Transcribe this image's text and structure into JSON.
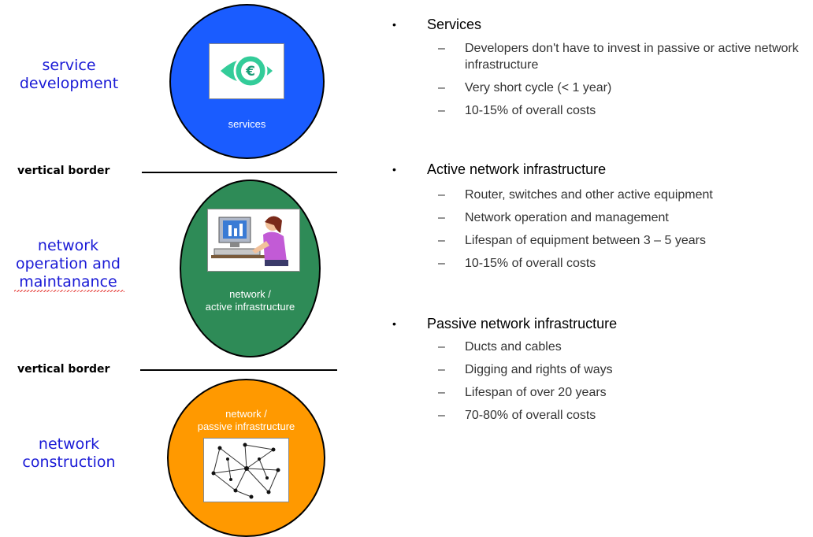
{
  "layers": {
    "service_development": "service\ndevelopment",
    "network_operation": "network\noperation and\nmaintanance",
    "network_construction": "network\nconstruction"
  },
  "borders": {
    "top": "vertical border",
    "bottom": "vertical border"
  },
  "circles": {
    "services": {
      "label": "services",
      "color": "#1a5cff",
      "icon": "euro-icon"
    },
    "active": {
      "label": "network /\nactive infrastructure",
      "color": "#2e8b57",
      "icon": "computer-user-icon"
    },
    "passive": {
      "label": "network /\npassive infrastructure",
      "color": "#ff9900",
      "icon": "network-graph-icon"
    }
  },
  "sections": [
    {
      "title": "Services",
      "items": [
        "Developers don't have to invest in passive or active network infrastructure",
        "Very short cycle (< 1 year)",
        "10-15% of overall costs"
      ]
    },
    {
      "title": "Active network infrastructure",
      "items": [
        "Router, switches and other active equipment",
        "Network operation and management",
        "Lifespan of equipment between 3 – 5 years",
        "10-15% of overall costs"
      ]
    },
    {
      "title": "Passive network infrastructure",
      "items": [
        "Ducts and cables",
        "Digging and rights of ways",
        "Lifespan of over 20 years",
        "70-80% of overall costs"
      ]
    }
  ],
  "bullet_glyph": "•",
  "dash_glyph": "–"
}
